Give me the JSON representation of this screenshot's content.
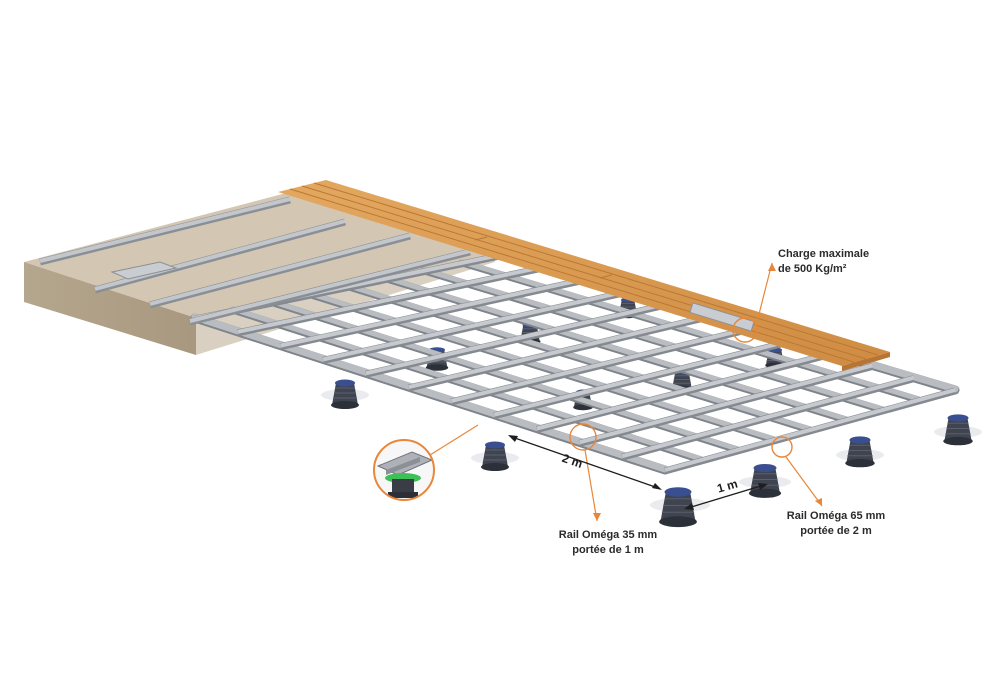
{
  "annotations": {
    "load": {
      "line1": "Charge maximale",
      "line2": "de 500 Kg/m²"
    },
    "rail35": {
      "line1": "Rail Oméga 35 mm",
      "line2": "portée de 1 m"
    },
    "rail65": {
      "line1": "Rail Oméga 65 mm",
      "line2": "portée de 2 m"
    }
  },
  "dimensions": {
    "span_long": "2 m",
    "span_short": "1 m"
  },
  "colors": {
    "accent": "#e8873a",
    "wood": "#d9994f",
    "rail": "#b9bcc0",
    "slab": "#cdbfa9",
    "pedestal": "#3f4450",
    "pedestal_cap": "#3a4f8f"
  }
}
